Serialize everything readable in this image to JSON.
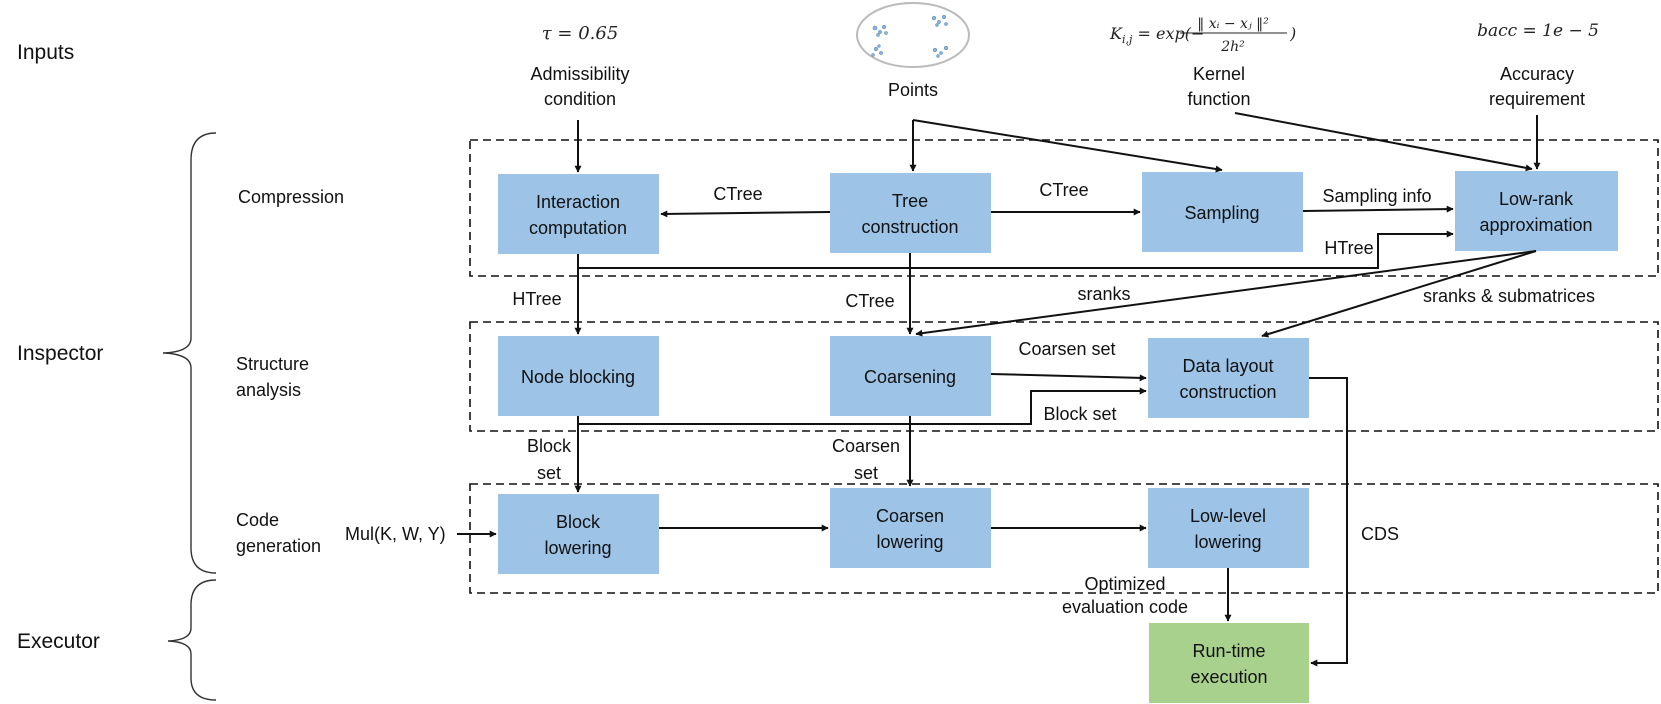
{
  "colors": {
    "process_box": "#9dc3e6",
    "output_box": "#a9d18e",
    "stroke": "#111111"
  },
  "phases": {
    "inputs": "Inputs",
    "inspector": "Inspector",
    "executor": "Executor",
    "compression": "Compression",
    "structure_analysis": [
      "Structure",
      "analysis"
    ],
    "code_generation": [
      "Code",
      "generation"
    ]
  },
  "inputs": {
    "tau_formula": "τ = 0.65",
    "admissibility": [
      "Admissibility",
      "condition"
    ],
    "points": "Points",
    "kernel_formula": {
      "lhs": "K",
      "sub": "i,j",
      "rest": " = exp(−",
      "num": "‖ xᵢ − xⱼ ‖²",
      "den": "2h²",
      "close": ")"
    },
    "kernel": [
      "Kernel",
      "function"
    ],
    "bacc_formula": "bacc = 1e − 5",
    "accuracy": [
      "Accuracy",
      "requirement"
    ]
  },
  "boxes": {
    "interaction": [
      "Interaction",
      "computation"
    ],
    "tree": [
      "Tree",
      "construction"
    ],
    "sampling": [
      "Sampling"
    ],
    "lowrank": [
      "Low-rank",
      "approximation"
    ],
    "node_blocking": [
      "Node blocking"
    ],
    "coarsening": [
      "Coarsening"
    ],
    "data_layout": [
      "Data layout",
      "construction"
    ],
    "block_lowering": [
      "Block",
      "lowering"
    ],
    "coarsen_lowering": [
      "Coarsen",
      "lowering"
    ],
    "lowlevel_lowering": [
      "Low-level",
      "lowering"
    ],
    "runtime": [
      "Run-time",
      "execution"
    ]
  },
  "edge_labels": {
    "ctree_left": "CTree",
    "ctree_right": "CTree",
    "sampling_info": "Sampling info",
    "htree_right": "HTree",
    "htree_down": "HTree",
    "ctree_down": "CTree",
    "sranks": "sranks",
    "sranks_submatrices": "sranks & submatrices",
    "coarsen_set": "Coarsen set",
    "block_set_right": "Block set",
    "block_set_down": [
      "Block",
      "set"
    ],
    "coarsen_set_down": [
      "Coarsen",
      "set"
    ],
    "mul": "Mul(K, W, Y)",
    "cds": "CDS",
    "optimized": [
      "Optimized",
      "evaluation code"
    ]
  }
}
